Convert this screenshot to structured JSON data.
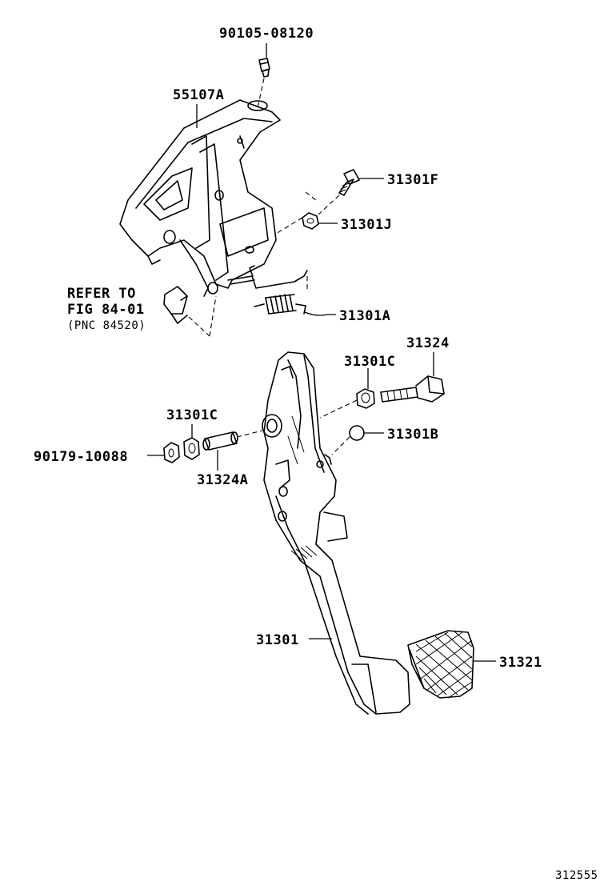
{
  "labels": {
    "bolt_top": "90105-08120",
    "bracket": "55107A",
    "bolt_f": "31301F",
    "nut_j": "31301J",
    "spring_a": "31301A",
    "refer_line1": "REFER TO",
    "refer_line2": "FIG 84-01",
    "refer_line3": "(PNC 84520)",
    "bolt_324": "31324",
    "bushing_c_right": "31301C",
    "bushing_c_left": "31301C",
    "stopper_b": "31301B",
    "nut_left": "90179-10088",
    "collar_a": "31324A",
    "pedal_arm": "31301",
    "pedal_pad": "31321",
    "figure_number": "312555"
  }
}
